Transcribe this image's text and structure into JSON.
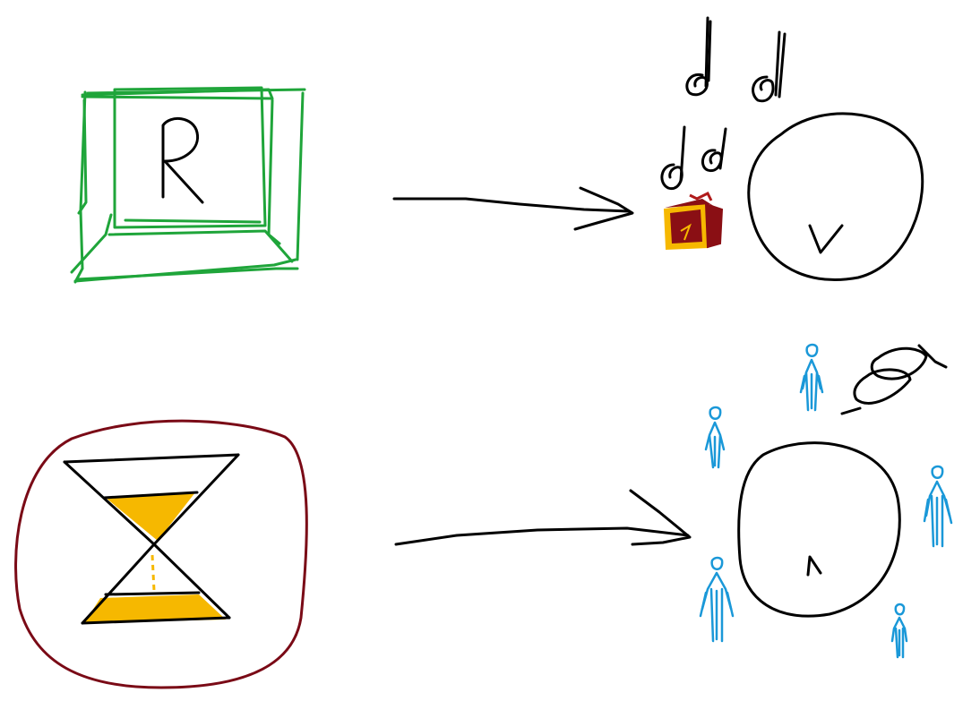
{
  "diagram": {
    "rows": [
      {
        "source": {
          "icon": "r-key-icon",
          "label": "R",
          "frame_color": "#1fa53a"
        },
        "arrow": "right-arrow",
        "target": {
          "icons": [
            "music-note-icon",
            "music-note-icon",
            "music-note-icon",
            "gift-box-icon",
            "circle-icon"
          ],
          "circle_mark": "v"
        }
      },
      {
        "source": {
          "icon": "hourglass-icon",
          "frame_color": "#7a0a16",
          "sand_color": "#f6b800"
        },
        "arrow": "right-arrow",
        "target": {
          "icons": [
            "person-icon",
            "person-icon",
            "person-icon",
            "person-icon",
            "person-icon",
            "flying-object-icon",
            "circle-icon"
          ],
          "circle_mark": "^"
        }
      }
    ]
  },
  "colors": {
    "green": "#1fa53a",
    "maroon": "#7a0a16",
    "gold": "#f6b800",
    "blue": "#1a98d8",
    "box_red": "#8a0f14"
  }
}
